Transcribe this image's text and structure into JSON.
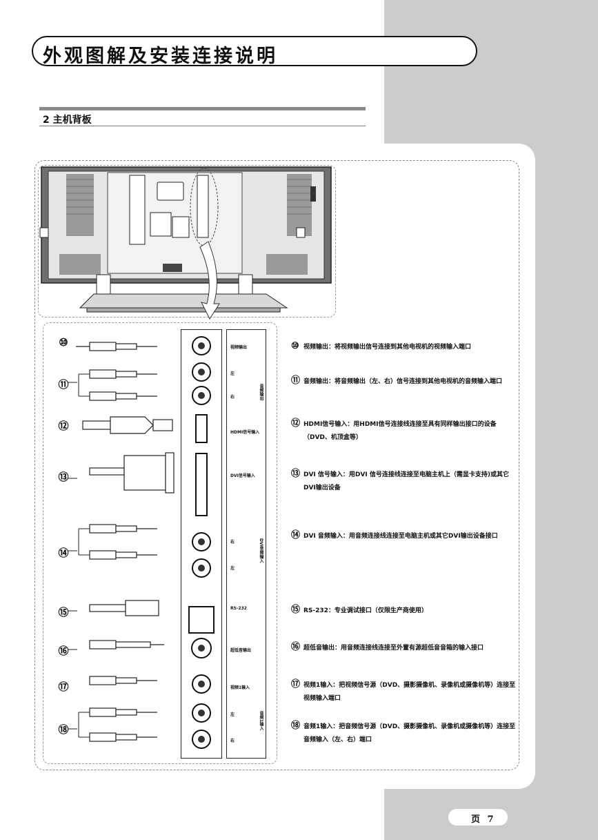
{
  "page_title": "外观图解及安装连接说明",
  "section_title": "2  主机背板",
  "port_labels": {
    "video_out": "视频输出",
    "audio_left": "左",
    "audio_right": "右",
    "audio_out_group": "音频输出",
    "hdmi": "HDMI信号输入",
    "dvi": "DVI信号输入",
    "dvi_audio_right": "右",
    "dvi_audio_left": "左",
    "dvi_audio_group": "DVI音频输入",
    "rs232": "RS-232",
    "subwoofer": "超低音输出",
    "video1_in": "视频1输入",
    "av1_left": "左",
    "av1_right": "右",
    "av1_group": "音频1输入"
  },
  "descriptions": [
    {
      "num": "⑩",
      "text": "视频输出：将视频输出信号连接到其他电视机的视频输入端口"
    },
    {
      "num": "⑪",
      "text": "音频输出：将音频输出（左、右）信号连接到其他电视机的音频输入端口"
    },
    {
      "num": "⑫",
      "text": "HDMI信号输入：用HDMI信号连接线连接至具有同样输出接口的设备（DVD、机顶盒等）"
    },
    {
      "num": "⑬",
      "text": "DVI 信号输入：用DVI 信号连接线连接至电脑主机上（需显卡支持)或其它DVI输出设备"
    },
    {
      "num": "⑭",
      "text": "DVI 音频输入：用音频连接线连接至电脑主机或其它DVI输出设备接口"
    },
    {
      "num": "⑮",
      "text": "RS-232：专业调试接口（仅限生产商使用）"
    },
    {
      "num": "⑯",
      "text": "超低音输出：用音频连接线连接至外置有源超低音音箱的输入接口"
    },
    {
      "num": "⑰",
      "text": "视频1输入：把视频信号源（DVD、摄影摄像机、录像机或摄像机等）连接至视频输入端口"
    },
    {
      "num": "⑱",
      "text": "音频1输入：把音频信号源（DVD、摄影摄像机、录像机或摄像机等）连接至音频输入（左、右）端口"
    }
  ],
  "left_numbers": [
    "⑩",
    "⑪",
    "⑫",
    "⑬",
    "⑭",
    "⑮",
    "⑯",
    "⑰",
    "⑱"
  ],
  "page_number": "页 7"
}
